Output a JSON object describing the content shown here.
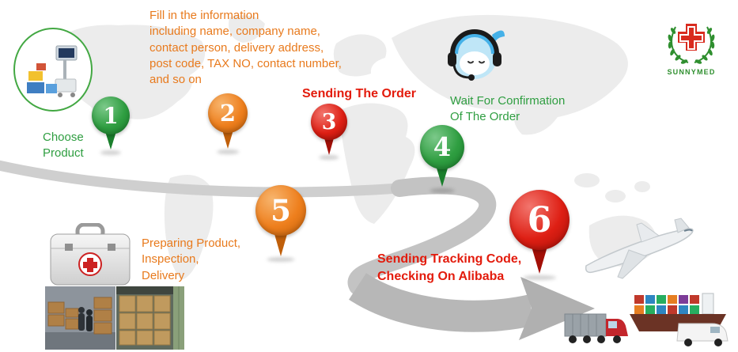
{
  "logo": {
    "name": "SUNNYMED"
  },
  "palette": {
    "green": "#2f9e41",
    "orange": "#e87a1d",
    "red": "#e31b0c",
    "path_gray": "#b7b7b7"
  },
  "steps": [
    {
      "number": "1",
      "color": "#2f9e41",
      "label": "Choose\nProduct"
    },
    {
      "number": "2",
      "color": "#e87a1d",
      "label": "Fill in the information\nincluding name, company name,\ncontact person, delivery address,\npost code, TAX NO, contact number,\nand so on"
    },
    {
      "number": "3",
      "color": "#e31b0c",
      "label": "Sending The Order"
    },
    {
      "number": "4",
      "color": "#2f9e41",
      "label": "Wait For Confirmation\nOf The Order"
    },
    {
      "number": "5",
      "color": "#e87a1d",
      "label": "Preparing Product,\nInspection,\nDelivery"
    },
    {
      "number": "6",
      "color": "#e31b0c",
      "label": "Sending Tracking Code,\nChecking On Alibaba"
    }
  ],
  "images": {
    "map": "world-map-background",
    "path": "process-arrow-path",
    "product_photo": "medical-equipment-product-photo",
    "customer_service": "customer-service-agent-icon",
    "first_aid_case": "first-aid-case-photo",
    "warehouse_left": "warehouse-packing-photo",
    "warehouse_right": "container-loading-photo",
    "airplane": "cargo-airplane-photo",
    "ship_trucks": "container-ship-and-trucks-photo",
    "logo_emblem": "red-cross-laurel-wreath-logo"
  }
}
